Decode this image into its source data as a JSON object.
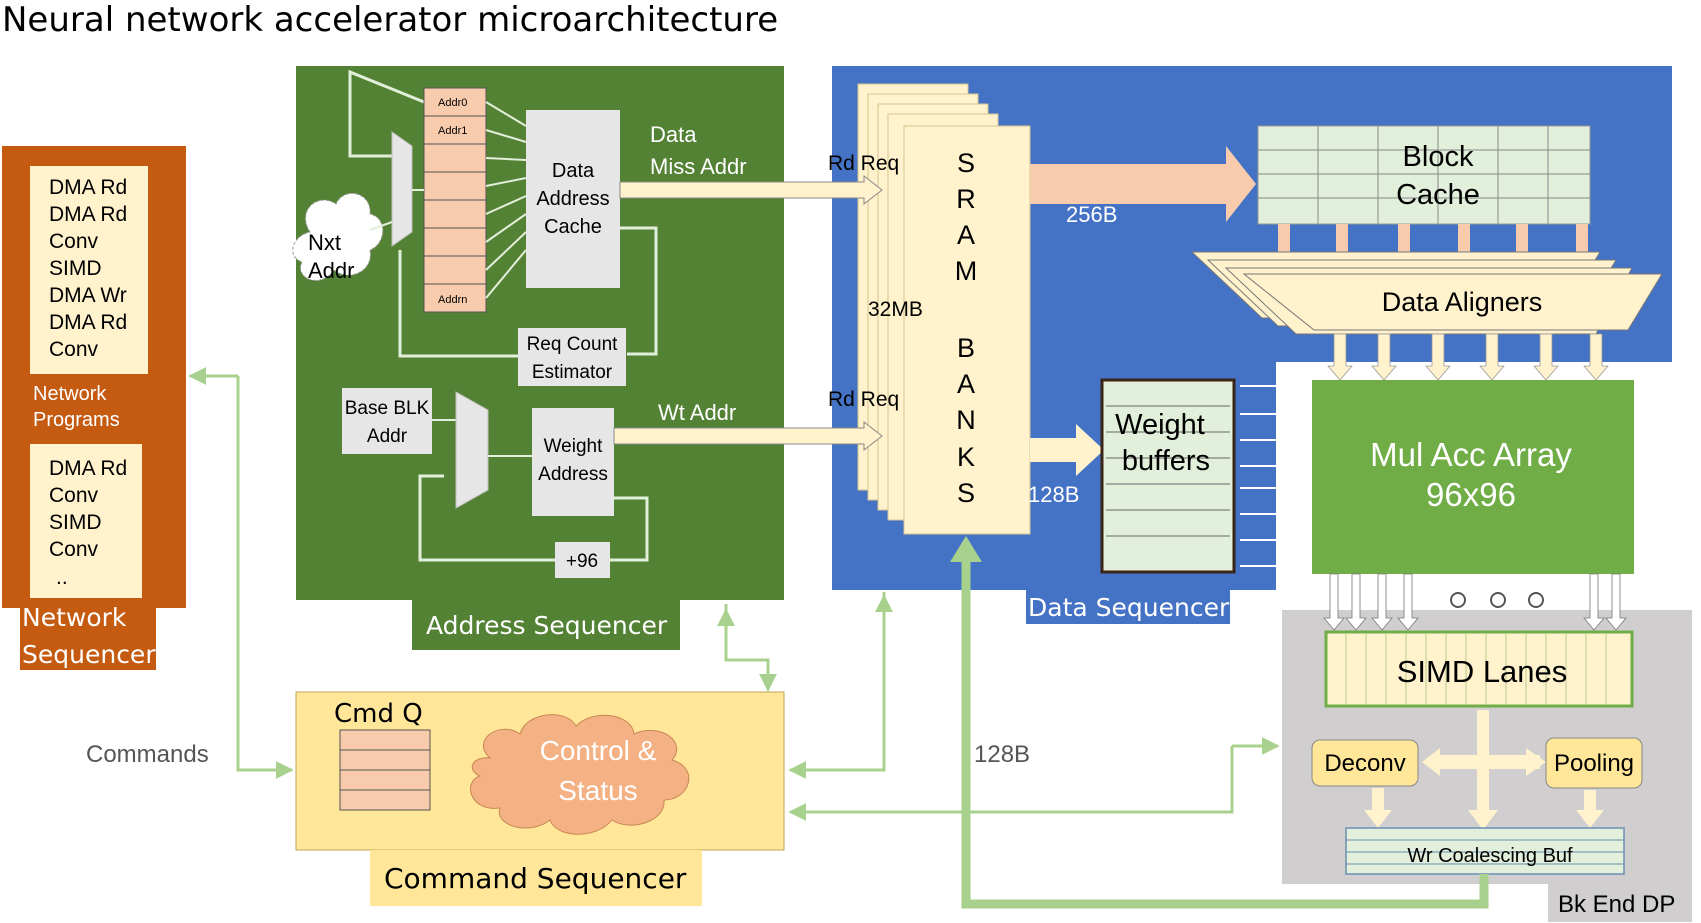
{
  "title": "Neural network accelerator microarchitecture",
  "network_sequencer": {
    "program1": [
      "DMA Rd",
      "DMA Rd",
      "Conv",
      "SIMD",
      "DMA Wr",
      "DMA Rd",
      "Conv"
    ],
    "programs_label": [
      "Network",
      "Programs"
    ],
    "program2": [
      "DMA Rd",
      "Conv",
      "SIMD",
      "Conv",
      ".."
    ],
    "label": [
      "Network",
      "Sequencer"
    ]
  },
  "address_sequencer": {
    "label": "Address Sequencer",
    "addr_rows": [
      "Addr0",
      "Addr1",
      "",
      "",
      "",
      "",
      "",
      "Addrn"
    ],
    "nxt_addr": [
      "Nxt",
      "Addr"
    ],
    "data_address_cache": [
      "Data",
      "Address",
      "Cache"
    ],
    "req_count_estimator": [
      "Req Count",
      "Estimator"
    ],
    "base_blk_addr": [
      "Base BLK",
      "Addr"
    ],
    "weight_address": [
      "Weight",
      "Address"
    ],
    "plus96": "+96",
    "data_miss_addr": [
      "Data",
      "Miss Addr"
    ],
    "wt_addr": "Wt Addr"
  },
  "data_sequencer": {
    "label": "Data Sequencer",
    "rd_req_top": "Rd Req",
    "rd_req_bottom": "Rd Req",
    "sram_letters": [
      "S",
      "R",
      "A",
      "M",
      "",
      "B",
      "A",
      "N",
      "K",
      "S"
    ],
    "sram_size": "32MB",
    "bw_256": "256B",
    "bw_128": "128B",
    "block_cache": [
      "Block",
      "Cache"
    ],
    "data_aligners": "Data Aligners",
    "weight_buffers": [
      "Weight",
      "buffers"
    ],
    "mac_array": [
      "Mul Acc Array",
      "96x96"
    ]
  },
  "back_end": {
    "label": "Bk End DP",
    "simd_lanes": "SIMD Lanes",
    "deconv": "Deconv",
    "pooling": "Pooling",
    "wr_coalescing": "Wr Coalescing Buf"
  },
  "command_sequencer": {
    "label": "Command Sequencer",
    "cmd_q": "Cmd Q",
    "control_status": [
      "Control &",
      "Status"
    ]
  },
  "commands_label": "Commands",
  "bw_128_bottom": "128B",
  "colors": {
    "network_seq": "#c55a11",
    "address_seq": "#548235",
    "data_seq": "#4472c4",
    "cream": "#fff2cc",
    "mac": "#70ad47",
    "simd": "#fff2cc",
    "block_cache": "#e2efda",
    "cloud": "#f4b183",
    "sram_cells": "#f8cbad",
    "green_arrow": "#a9d18e",
    "back_end": "#d0cece",
    "cmd_seq": "#ffe699"
  }
}
